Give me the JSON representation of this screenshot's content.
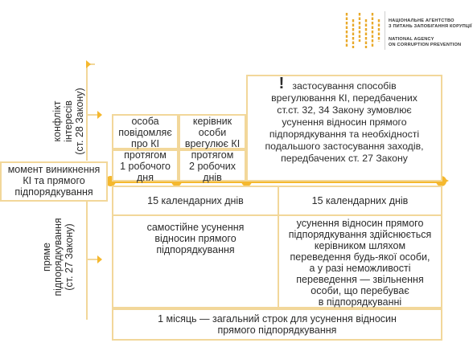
{
  "logo": {
    "ua_line1": "НАЦІОНАЛЬНЕ АГЕНТСТВО",
    "ua_line2": "З ПИТАНЬ ЗАПОБІГАННЯ КОРУПЦІЇ",
    "en_line1": "NATIONAL AGENCY",
    "en_line2": "ON CORRUPTION PREVENTION"
  },
  "left_labels": {
    "conflict": "конфлікт\nінтересів\n(ст. 28 Закону)",
    "moment": "момент виникнення\nКІ та прямого\nпідпорядкування",
    "direct": "пряме\nпідпорядкування\n(ст. 27 Закону)"
  },
  "top_boxes": {
    "person_notifies": "особа\nповідомляє\nпро КІ",
    "within_1_day": "протягом\n1 робочого\nдня",
    "head_settles": "керівник\nособи\nврегулює КІ",
    "within_2_days": "протягом\n2 робочих\nднів",
    "warning_icon_text": "!",
    "application": "застосування способів\nврегулювання КІ, передбачених\nст.ст. 32, 34 Закону зумовлює\nусунення відносин прямого\nпідпорядкування та необхідності\nподальшого застосування заходів,\nпередбачених ст. 27 Закону"
  },
  "days": {
    "left": "15 календарних днів",
    "right": "15 календарних днів"
  },
  "bottom_boxes": {
    "self_elimination": "самостійне усунення\nвідносин прямого\nпідпорядкування",
    "head_elimination": "усунення відносин прямого\nпідпорядкування здійснюється\nкерівником шляхом\nпереведення будь-якої особи,\nа у разі неможливості\nпереведення — звільнення\nособи, що перебуває\nв підпорядкуванні",
    "month_total": "1 місяць — загальний строк для усунення відносин\nпрямого підпорядкування"
  },
  "colors": {
    "accent": "#f5b82e",
    "border": "#f2d79a"
  }
}
